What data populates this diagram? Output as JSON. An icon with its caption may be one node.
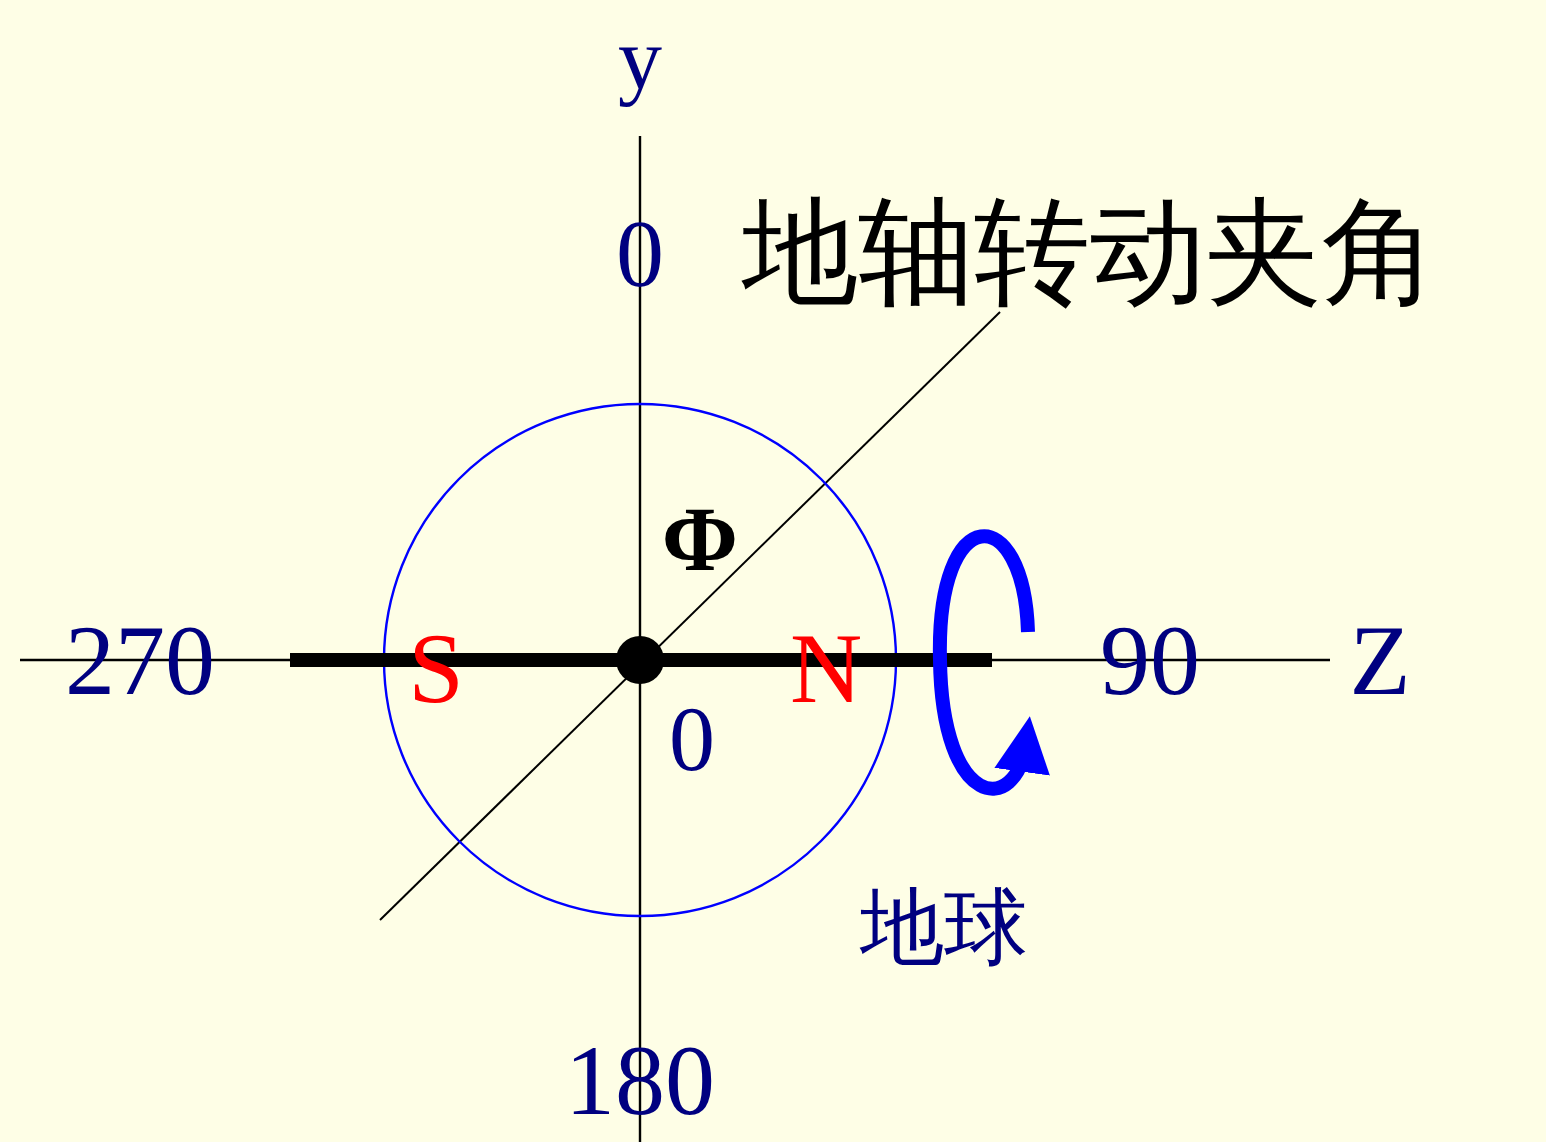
{
  "diagram": {
    "labels": [
      "y",
      "0",
      "地轴转动夹角",
      "Φ",
      "270",
      "S",
      "N",
      "90",
      "Z",
      "0",
      "地球",
      "180"
    ]
  }
}
